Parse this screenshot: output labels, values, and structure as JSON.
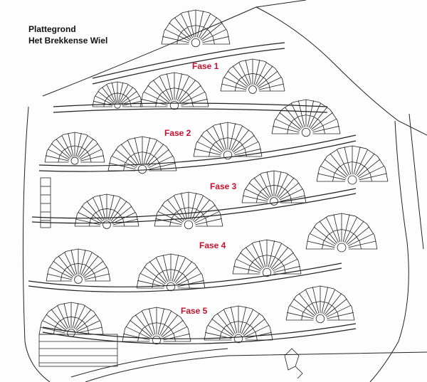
{
  "title": {
    "line1": "Plattegrond",
    "line2": "Het Brekkense Wiel"
  },
  "phases": [
    {
      "id": "fase-1",
      "label": "Fase 1"
    },
    {
      "id": "fase-2",
      "label": "Fase 2"
    },
    {
      "id": "fase-3",
      "label": "Fase 3"
    },
    {
      "id": "fase-4",
      "label": "Fase 4"
    },
    {
      "id": "fase-5",
      "label": "Fase 5"
    }
  ],
  "colors": {
    "ink": "#222222",
    "phase_label": "#c8102e",
    "paper": "#fdfdfd"
  }
}
